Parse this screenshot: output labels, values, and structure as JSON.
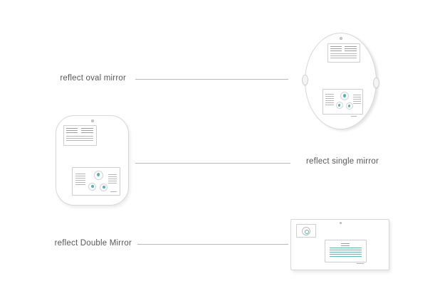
{
  "title": "reflect mirror family diagram",
  "colors": {
    "accent_teal": "#2fa8a3",
    "leader_line": "#b9b9b9",
    "label_text": "#58585a",
    "background": "#ffffff"
  },
  "items": [
    {
      "id": "oval",
      "label": "reflect oval mirror",
      "mirror_shape": "oval",
      "features": [
        "top-screw",
        "spec-sticker",
        "instruction-sticker",
        "side-mounting-brackets"
      ]
    },
    {
      "id": "single",
      "label": "reflect single mirror",
      "mirror_shape": "rounded-square",
      "features": [
        "top-screw",
        "spec-sticker",
        "instruction-sticker"
      ]
    },
    {
      "id": "double",
      "label": "reflect Double Mirror",
      "mirror_shape": "wide-rectangle",
      "features": [
        "top-dot",
        "dial-module",
        "teal-spec-sticker"
      ]
    }
  ],
  "icons": {
    "screw": "screw-icon",
    "bracket": "mounting-bracket-icon",
    "picto": "hand-instruction-icon",
    "dial": "dial-icon"
  }
}
